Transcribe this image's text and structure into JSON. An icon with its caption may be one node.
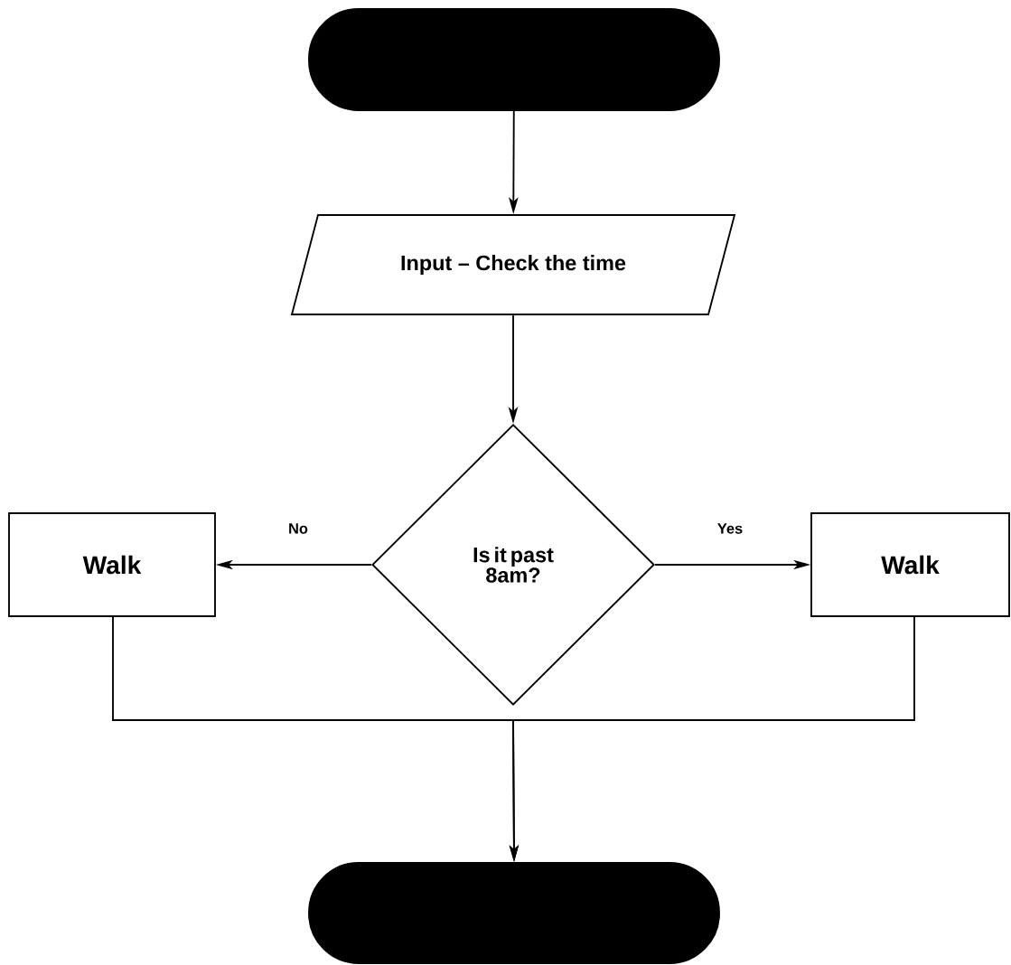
{
  "diagram": {
    "nodes": [
      {
        "text": [],
        "shape": "box"
      },
      {
        "text": [
          "Input – Check the time"
        ]
      },
      {
        "text": [
          "Is it past 8am?"
        ]
      },
      {
        "text": [
          "Walk"
        ]
      },
      {
        "text": [
          "Walk"
        ]
      },
      {
        "text": [],
        "shape": "box"
      }
    ],
    "edges": [
      {
        "from": 0,
        "to": 1,
        "arrow": "to"
      },
      {
        "from": 1,
        "to": 2,
        "arrow": "to"
      },
      {
        "from": 2,
        "to": 3,
        "arrow": "to",
        "label": "No"
      },
      {
        "from": 2,
        "to": 4,
        "arrow": "to",
        "label": "Yes"
      },
      {
        "from": 3,
        "to": 5,
        "arrow": "to"
      },
      {
        "from": 4,
        "to": 5,
        "arrow": "to"
      }
    ]
  }
}
